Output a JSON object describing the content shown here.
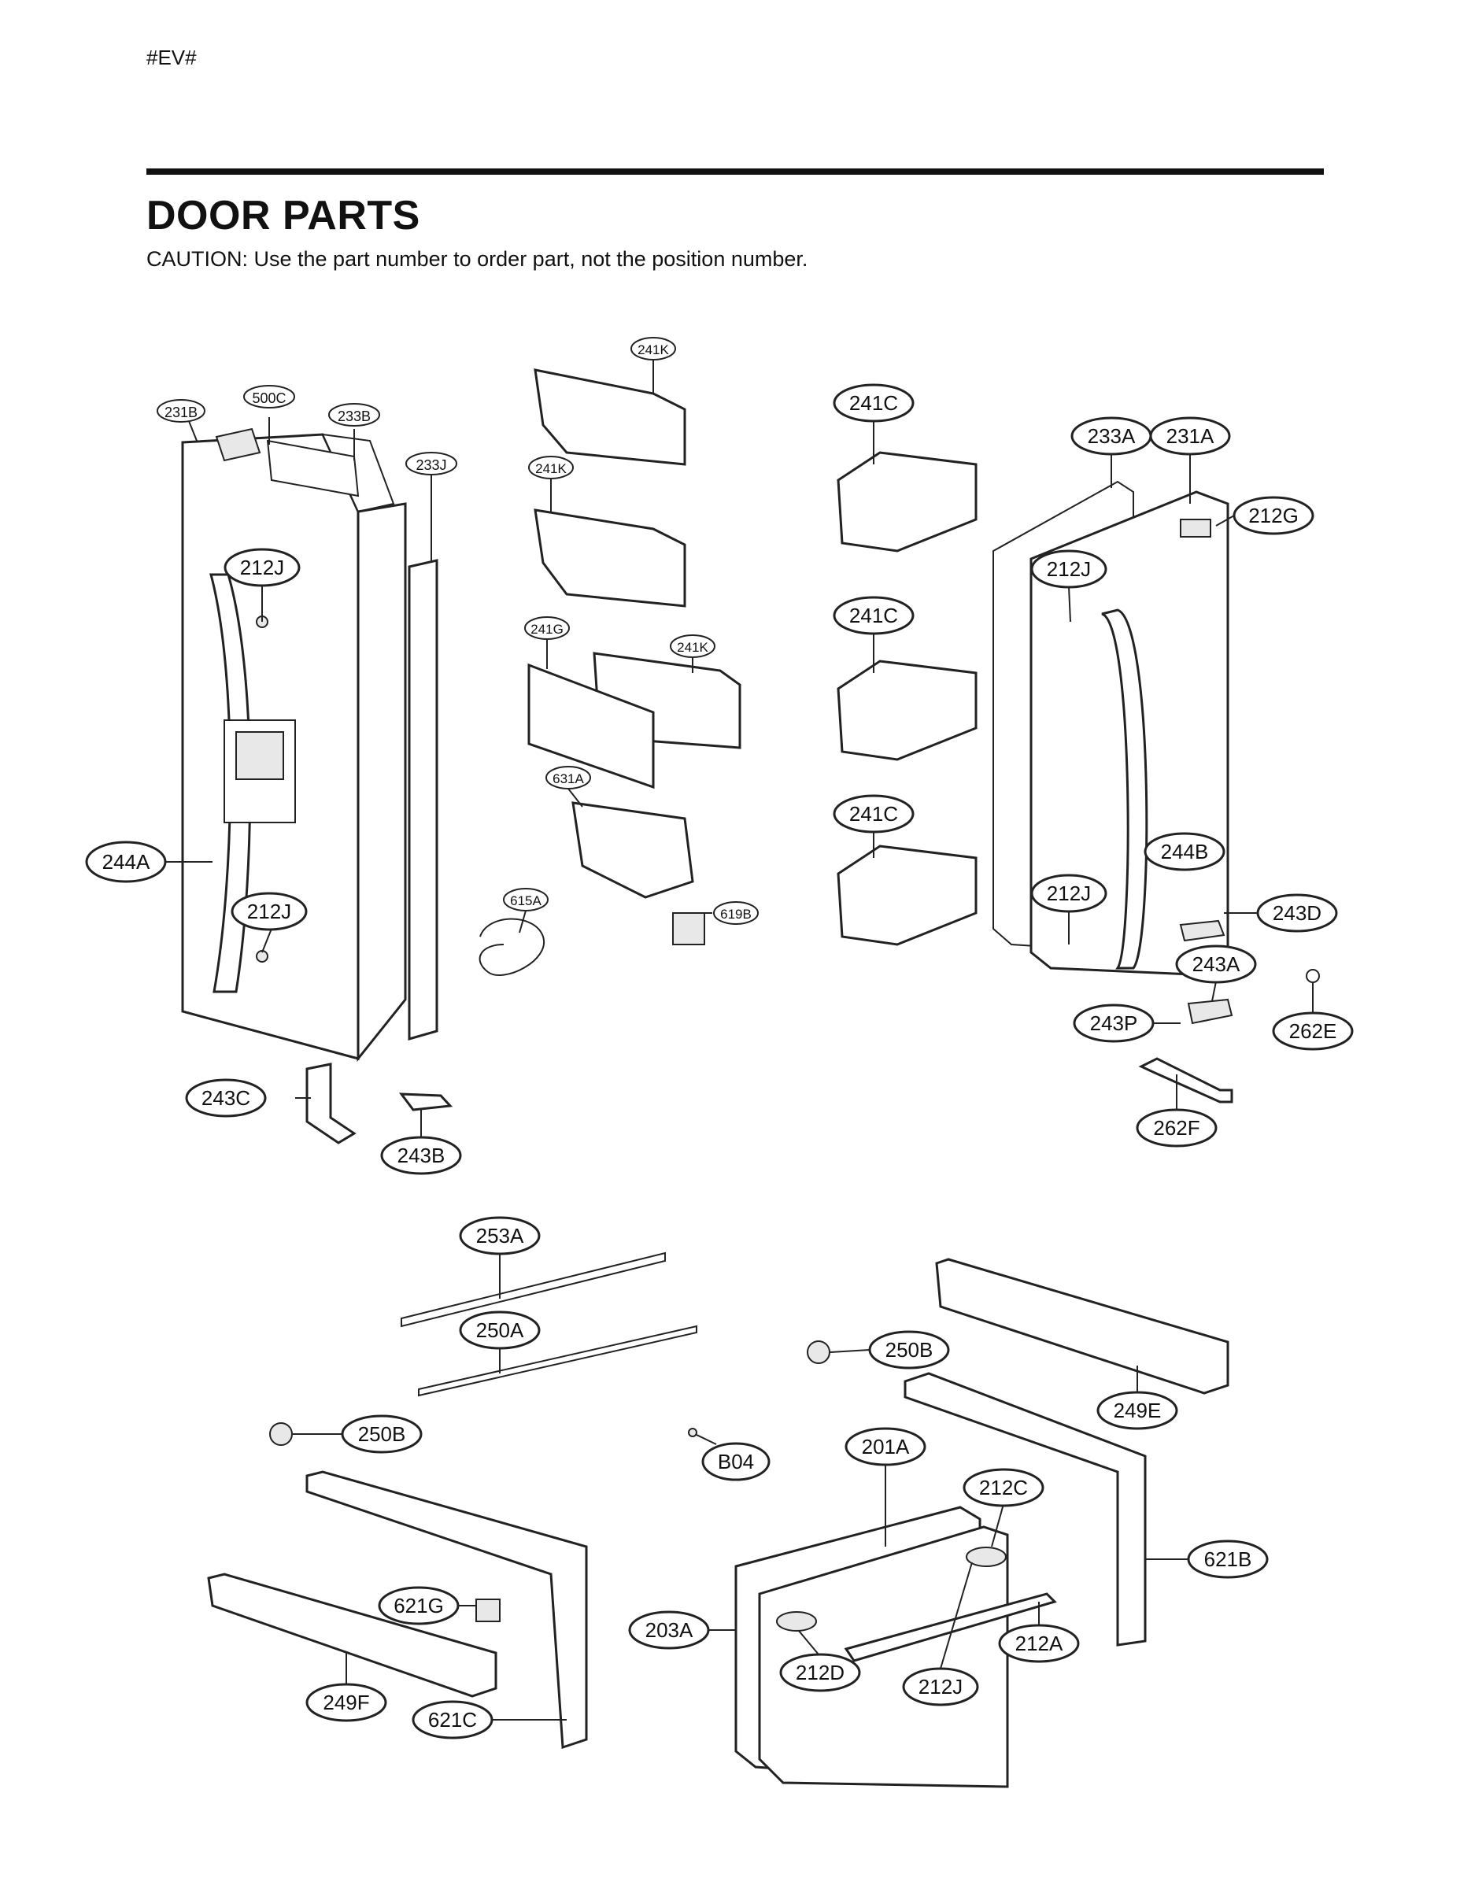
{
  "header": {
    "page_code": "#EV#",
    "title": "DOOR PARTS",
    "caution": "CAUTION: Use the part number to order part, not the position number."
  },
  "callouts": [
    {
      "id": "c-231B",
      "label": "231B"
    },
    {
      "id": "c-500C",
      "label": "500C"
    },
    {
      "id": "c-233B",
      "label": "233B"
    },
    {
      "id": "c-233J",
      "label": "233J"
    },
    {
      "id": "c-212J-a",
      "label": "212J"
    },
    {
      "id": "c-244A",
      "label": "244A"
    },
    {
      "id": "c-212J-b",
      "label": "212J"
    },
    {
      "id": "c-243C",
      "label": "243C"
    },
    {
      "id": "c-243B",
      "label": "243B"
    },
    {
      "id": "c-241K-a",
      "label": "241K"
    },
    {
      "id": "c-241K-b",
      "label": "241K"
    },
    {
      "id": "c-241G",
      "label": "241G"
    },
    {
      "id": "c-241K-c",
      "label": "241K"
    },
    {
      "id": "c-631A",
      "label": "631A"
    },
    {
      "id": "c-615A",
      "label": "615A"
    },
    {
      "id": "c-619B",
      "label": "619B"
    },
    {
      "id": "c-241C-a",
      "label": "241C"
    },
    {
      "id": "c-241C-b",
      "label": "241C"
    },
    {
      "id": "c-241C-c",
      "label": "241C"
    },
    {
      "id": "c-233A",
      "label": "233A"
    },
    {
      "id": "c-231A",
      "label": "231A"
    },
    {
      "id": "c-212G",
      "label": "212G"
    },
    {
      "id": "c-212J-c",
      "label": "212J"
    },
    {
      "id": "c-244B",
      "label": "244B"
    },
    {
      "id": "c-212J-d",
      "label": "212J"
    },
    {
      "id": "c-243D",
      "label": "243D"
    },
    {
      "id": "c-243A",
      "label": "243A"
    },
    {
      "id": "c-243P",
      "label": "243P"
    },
    {
      "id": "c-262E",
      "label": "262E"
    },
    {
      "id": "c-262F",
      "label": "262F"
    },
    {
      "id": "c-253A",
      "label": "253A"
    },
    {
      "id": "c-250A",
      "label": "250A"
    },
    {
      "id": "c-250B-a",
      "label": "250B"
    },
    {
      "id": "c-249E",
      "label": "249E"
    },
    {
      "id": "c-250B-b",
      "label": "250B"
    },
    {
      "id": "c-B04",
      "label": "B04"
    },
    {
      "id": "c-201A",
      "label": "201A"
    },
    {
      "id": "c-212C",
      "label": "212C"
    },
    {
      "id": "c-621B",
      "label": "621B"
    },
    {
      "id": "c-621G",
      "label": "621G"
    },
    {
      "id": "c-203A",
      "label": "203A"
    },
    {
      "id": "c-212A",
      "label": "212A"
    },
    {
      "id": "c-212D",
      "label": "212D"
    },
    {
      "id": "c-212J-e",
      "label": "212J"
    },
    {
      "id": "c-249F",
      "label": "249F"
    },
    {
      "id": "c-621C",
      "label": "621C"
    }
  ]
}
